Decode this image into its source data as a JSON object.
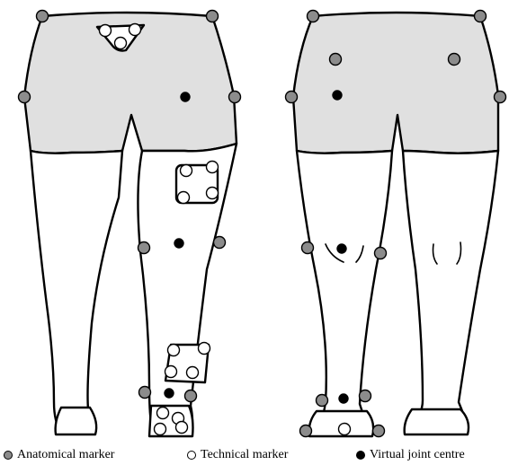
{
  "legend": {
    "anatomical_label": "Anatomical marker",
    "technical_label": "Technical marker",
    "virtual_label": "Virtual joint centre"
  },
  "colors": {
    "anatomical_fill": "#8c8c8c",
    "technical_fill": "#ffffff",
    "virtual_fill": "#000000",
    "shorts_fill": "#e0e0e0",
    "outline": "#000000"
  }
}
